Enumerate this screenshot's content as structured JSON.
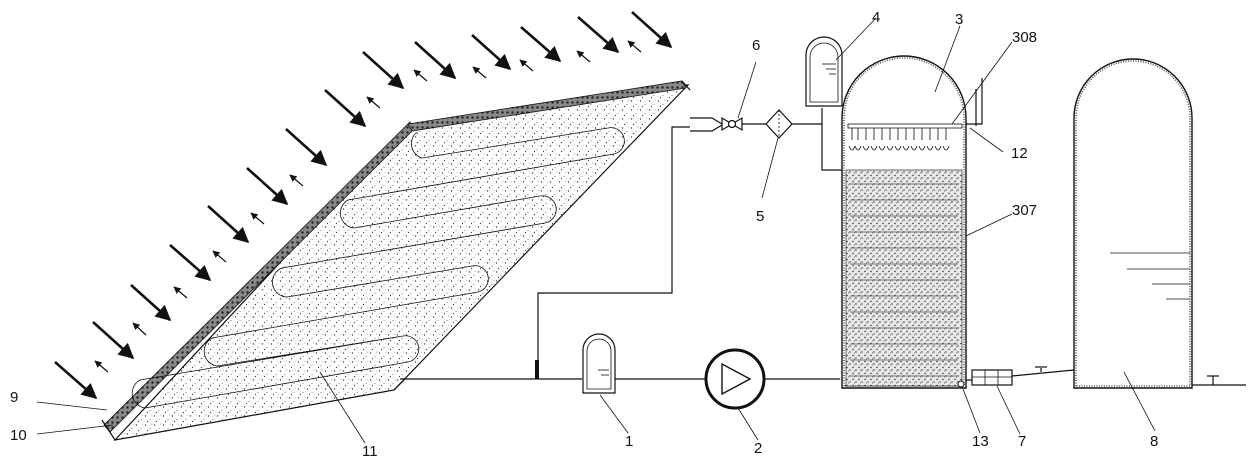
{
  "labels": {
    "l1": "1",
    "l2": "2",
    "l3": "3",
    "l4": "4",
    "l5": "5",
    "l6": "6",
    "l7": "7",
    "l8": "8",
    "l9": "9",
    "l10": "10",
    "l11": "11",
    "l12": "12",
    "l13": "13",
    "l307": "307",
    "l308": "308"
  }
}
